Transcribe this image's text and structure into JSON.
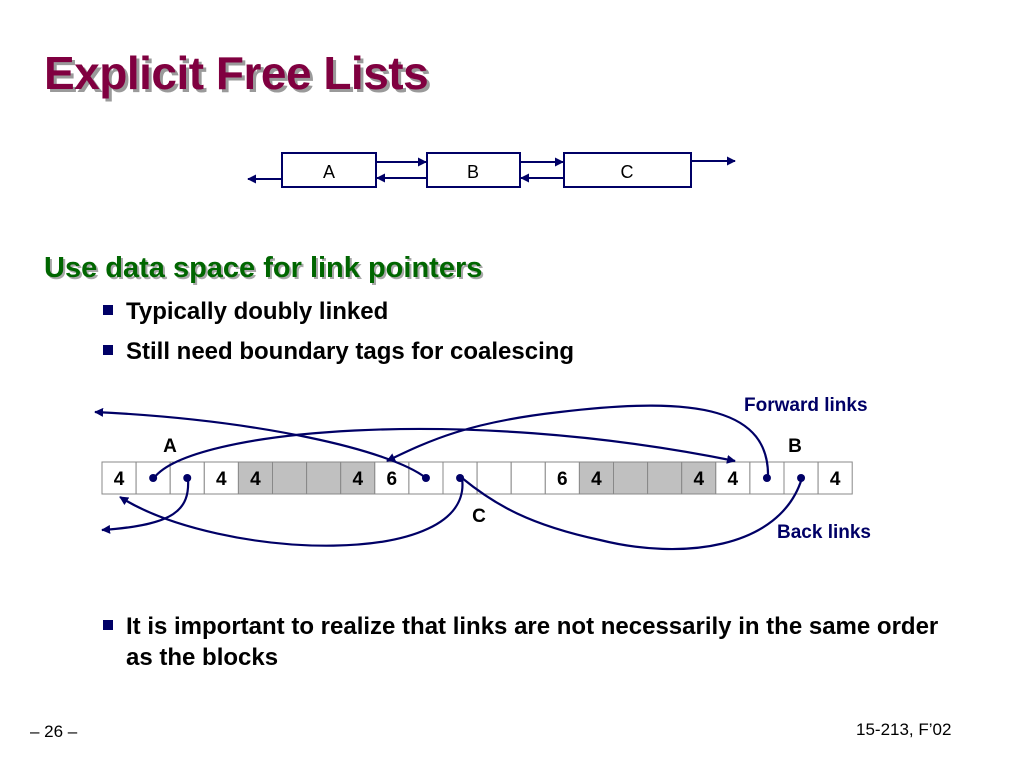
{
  "slide": {
    "title": "Explicit Free Lists",
    "subhead": "Use data space for link pointers",
    "bullets": [
      "Typically doubly linked",
      "Still need boundary tags for coalescing",
      "It is important to realize that links are not necessarily in the same order as the blocks"
    ],
    "footer_left": "– 26 –",
    "footer_right": "15-213, F’02"
  },
  "top_list": {
    "nodes": [
      "A",
      "B",
      "C"
    ]
  },
  "memory": {
    "cells": [
      "4",
      "",
      "",
      "4",
      "4",
      "",
      "",
      "4",
      "6",
      "",
      "",
      "",
      "",
      "6",
      "4",
      "",
      "",
      "4",
      "4",
      "",
      "",
      "4"
    ],
    "shaded": [
      false,
      false,
      false,
      false,
      true,
      true,
      true,
      true,
      false,
      false,
      false,
      false,
      false,
      false,
      true,
      true,
      true,
      true,
      false,
      false,
      false,
      false
    ],
    "pointer_cells": [
      1,
      2,
      9,
      10,
      19,
      20
    ],
    "block_labels": [
      "A",
      "C",
      "B"
    ],
    "forward_label": "Forward links",
    "back_label": "Back links"
  },
  "colors": {
    "title": "#800040",
    "subhead": "#006600",
    "arrow": "#000066",
    "shade": "#c0c0c0"
  }
}
